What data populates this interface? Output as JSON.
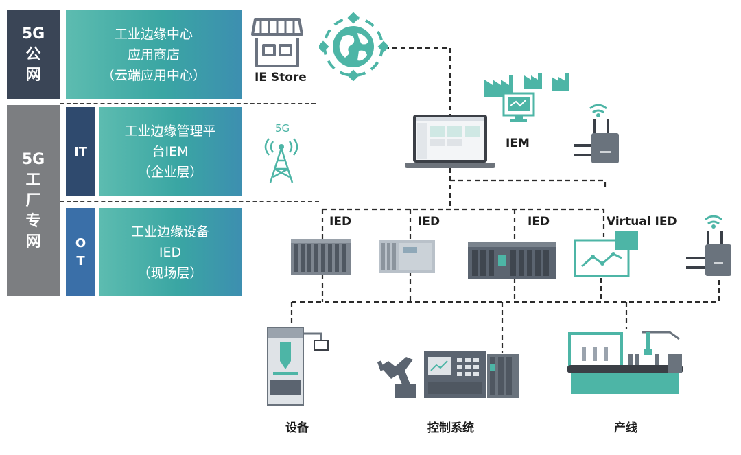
{
  "left_panel": {
    "public_network": "5G\n公\n网",
    "factory_network": "5G\n工\n厂\n专\n网",
    "layer_it": "IT",
    "layer_ot": "O\nT",
    "block_cloud": "工业边缘中心\n应用商店\n（云端应用中心）",
    "block_iem": "工业边缘管理平\n台IEM\n（企业层）",
    "block_ied": "工业边缘设备\nIED\n（现场层）"
  },
  "labels": {
    "ie_store": "IE Store",
    "signal_5g": "5G",
    "iem": "IEM",
    "ied_1": "IED",
    "ied_2": "IED",
    "ied_3": "IED",
    "virtual_ied": "Virtual IED"
  },
  "categories": {
    "equipment": "设备",
    "control_system": "控制系统",
    "production_line": "产线"
  },
  "colors": {
    "dark_slate": "#3a4556",
    "gray": "#7c7e81",
    "navy": "#2f4a6e",
    "blue": "#3a6fa8",
    "teal": "#3aa6a3",
    "icon_teal": "#4db5a6",
    "device_gray": "#5b6470"
  },
  "icons": [
    "store-icon",
    "globe-icon",
    "antenna-tower-icon",
    "laptop-icon",
    "factory-icon",
    "iem-monitor-icon",
    "wireless-router-icon",
    "ied-device-icon",
    "virtual-ied-icon",
    "machine-equipment-icon",
    "robot-arm-icon",
    "control-panel-icon",
    "production-line-icon"
  ]
}
